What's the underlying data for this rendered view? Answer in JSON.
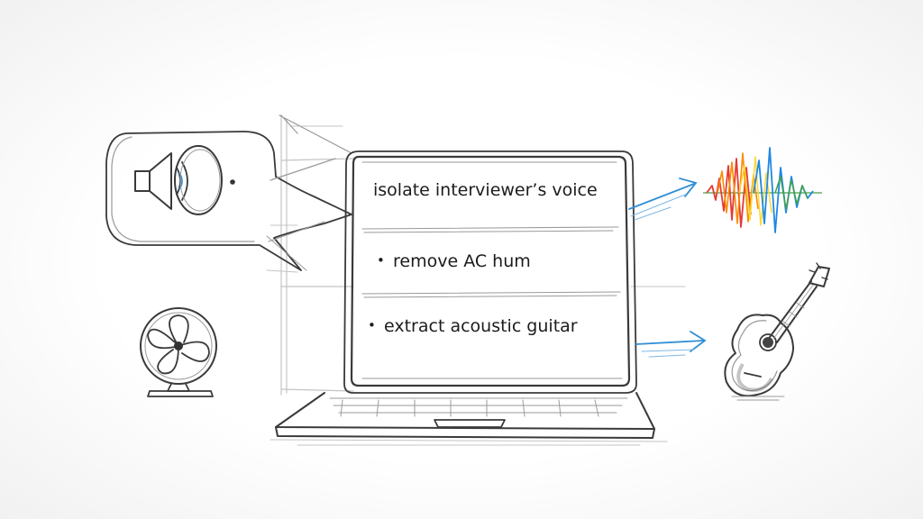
{
  "screen": {
    "items": [
      {
        "text": "isolate interviewer’s voice",
        "bullet": ""
      },
      {
        "text": "remove AC hum",
        "bullet": "•"
      },
      {
        "text": "extract acoustic guitar",
        "bullet": "•"
      }
    ]
  },
  "icons": {
    "speaker": "speaker-icon",
    "fan": "desk-fan-icon",
    "waveform": "audio-waveform-icon",
    "guitar": "acoustic-guitar-icon",
    "laptop": "laptop-icon"
  },
  "colors": {
    "pencil": "#3a3a3a",
    "arrow_blue": "#2f8fd6",
    "wave_red": "#e53935",
    "wave_orange": "#fb8c00",
    "wave_yellow": "#fdd835",
    "wave_green": "#43a047",
    "wave_blue": "#1e88e5"
  }
}
